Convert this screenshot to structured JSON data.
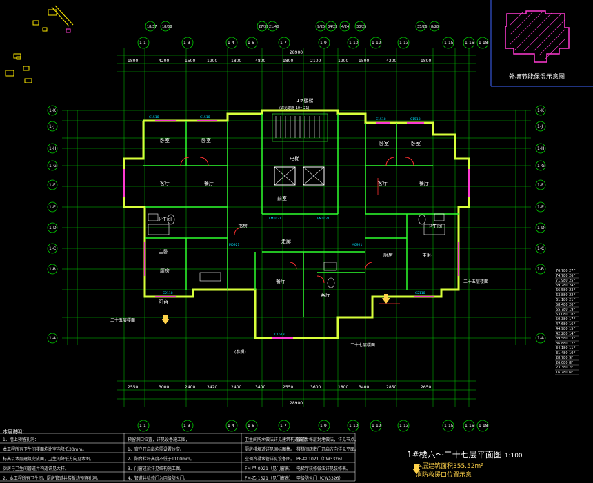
{
  "plan": {
    "title": "1#楼六～二十七层平面图",
    "scale": "1:100",
    "area_note": "本层建筑面积355.52m²",
    "fire_note": "消防救援口位置示意"
  },
  "insulation": {
    "title": "外墙节能保温示意图"
  },
  "stair": {
    "label": "1#楼梯",
    "sub": "(详见建施-10～21)"
  },
  "rooms": {
    "bed_nw": "卧室",
    "bed_n2": "卧室",
    "living_w": "客厅",
    "dining_w": "餐厅",
    "kitchen_w": "厨房",
    "master_w": "主卧",
    "bath_w": "卫生间",
    "balcony_w": "阳台",
    "living_e": "客厅",
    "dining_e": "餐厅",
    "bed_ne": "卧室",
    "bed_ne2": "卧室",
    "master_e": "主卧",
    "kitchen_e": "厨房",
    "bath_e": "卫生间",
    "hall": "前室",
    "elev": "电梯",
    "corridor": "走廊",
    "study": "书房",
    "south_hall": "客厅",
    "south_dining": "餐厅"
  },
  "labels": {
    "floor_note_w": "二十五层楼面",
    "floor_note_e": "二十五层楼面",
    "floor_note_s": "二十七层楼面",
    "qx": "(参照)"
  },
  "axes": {
    "top": [
      "1-1",
      "1-3",
      "1-4",
      "1-6",
      "1-7",
      "1-9",
      "1-10",
      "1-12",
      "1-13",
      "1-15",
      "1-16",
      "1-18"
    ],
    "top_bubbles": [
      "18/37",
      "18/38",
      "27/39",
      "21/40",
      "9/25",
      "34/23",
      "4/24",
      "30/25",
      "35/26",
      "8/28"
    ],
    "left": [
      "1-K",
      "1-J",
      "1-H",
      "1-G",
      "1-F",
      "1-E",
      "1-D",
      "1-C",
      "1-B",
      "1-A"
    ],
    "right": [
      "1-K",
      "1-J",
      "1-H",
      "1-G",
      "1-F",
      "1-E",
      "1-D",
      "1-C",
      "1-B",
      "1-A"
    ]
  },
  "dims": {
    "top_total": "28900",
    "bottom_total": "28900",
    "top_parts": [
      "1800",
      "4200",
      "1500",
      "1900",
      "1800",
      "4800",
      "1800",
      "2100",
      "1900",
      "1500",
      "4200",
      "1800"
    ],
    "bottom_parts": [
      "2550",
      "3000",
      "2400",
      "3420",
      "2400",
      "3400",
      "2550",
      "3600",
      "1800",
      "3400",
      "2850",
      "2650"
    ]
  },
  "elevations": [
    "76.780 27F",
    "74.780 26F",
    "71.980 25F",
    "69.280 24F",
    "66.580 23F",
    "63.880 22F",
    "61.180 21F",
    "58.480 20F",
    "55.780 19F",
    "53.080 18F",
    "50.380 17F",
    "47.680 16F",
    "44.980 15F",
    "42.280 14F",
    "39.580 13F",
    "36.880 12F",
    "34.180 11F",
    "31.480 10F",
    "28.780 9F",
    "26.080 8F",
    "23.380 7F",
    "16.780 6F"
  ],
  "notes": {
    "head": "本层说明：",
    "col1": [
      "1、墙上预留孔洞：",
      "  本工程所有卫生间楼面均比室内降低30mm。",
      "  标高以本层建筑完成面，卫生间降低方向见本图。",
      "  厨房与卫生间管道井构造详见大样。",
      "2、本工程所有卫生间，厨房管道井楼板均预留孔洞。"
    ],
    "col2": [
      "预留洞口位置，详见设备施工图，",
      "1、窗户开启扇均需设置纱窗。",
      "2、阳台栏杆高度不低于1100mm。",
      "3、门窗过梁详见结构施工图。",
      "4、管道井检修门为丙级防火门。"
    ],
    "col3": [
      "卫生间防水做法详见建筑构造说明。",
      "厨房排烟道详见国标图集。",
      "空调冷凝水管详见设备图。",
      "FM-甲 0921（见门窗表）",
      "FM-乙 1521（见门窗表）"
    ],
    "col4": [
      "管道井每层封堵做法，详见节点。",
      "楼梯间疏散门开启方向详见平面。",
      "PF-甲 1021（CW3326）",
      "电梯厅装修做法详见装修表。",
      "甲级防火门（CW3326）"
    ]
  }
}
